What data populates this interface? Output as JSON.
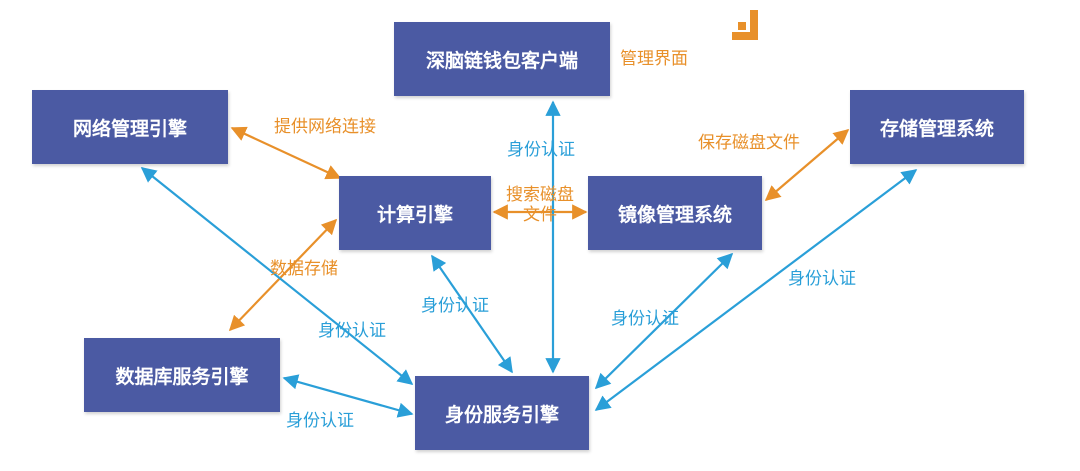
{
  "nodes": {
    "client": "深脑链钱包客户端",
    "network": "网络管理引擎",
    "storage": "存储管理系统",
    "compute": "计算引擎",
    "image": "镜像管理系统",
    "database": "数据库服务引擎",
    "identity": "身份服务引擎"
  },
  "labels": {
    "management_ui": "管理界面",
    "provide_network": "提供网络连接",
    "save_disk": "保存磁盘文件",
    "search_disk_line1": "搜索磁盘",
    "search_disk_line2": "文件",
    "data_storage": "数据存储",
    "auth_client": "身份认证",
    "auth_compute": "身份认证",
    "auth_image": "身份认证",
    "auth_storage": "身份认证",
    "auth_network": "身份认证",
    "auth_database": "身份认证"
  },
  "colors": {
    "node_fill": "#4b5aa3",
    "orange": "#e8902a",
    "blue": "#2a9fd8"
  }
}
